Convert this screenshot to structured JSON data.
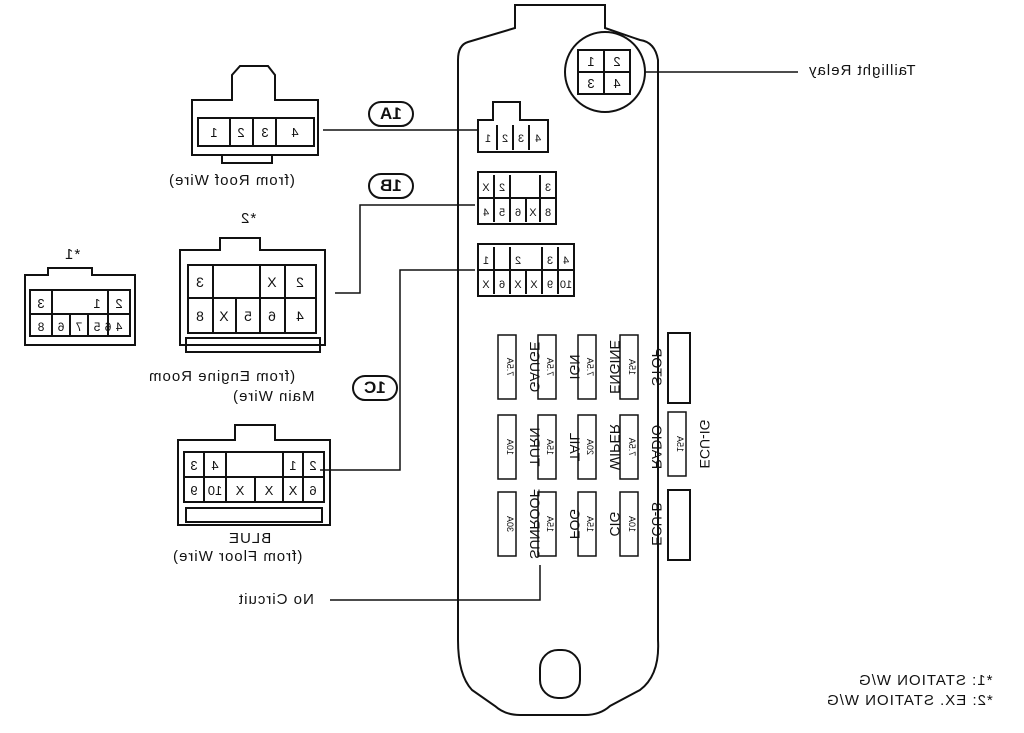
{
  "labels": {
    "taillight_relay": "Taillight Relay",
    "from_roof_wire": "(from Roof Wire)",
    "from_engine_room": "(from Engine Room",
    "main_wire": "Main Wire)",
    "blue": "BLUE",
    "from_floor_wire": "(from Floor Wire)",
    "no_circuit": "No Circuit",
    "note1": "*1: STATION W/G",
    "note2": "*2: EX. STATION W/G",
    "star1": "*1",
    "star2": "*2"
  },
  "connector_ids": {
    "c1a": "1A",
    "c1b": "1B",
    "c1c": "1C"
  },
  "relay_pins": [
    "1",
    "2",
    "3",
    "4"
  ],
  "connectors": {
    "roof": {
      "top": [
        "4",
        "3",
        "2",
        "1"
      ]
    },
    "small_1a": {
      "pins": [
        "4",
        "3",
        "2",
        "1"
      ]
    },
    "small_1b": {
      "top": [
        "3",
        "",
        "2",
        "X"
      ],
      "bottom": [
        "8",
        "X",
        "6",
        "5",
        "4"
      ]
    },
    "small_1c": {
      "top": [
        "4",
        "3",
        "",
        "2",
        "1"
      ],
      "bottom": [
        "10",
        "9",
        "X",
        "X",
        "6",
        "X"
      ]
    },
    "engine": {
      "top": [
        "3",
        "",
        "X",
        "2"
      ],
      "bottom": [
        "8",
        "X",
        "5",
        "6",
        "4"
      ]
    },
    "station": {
      "top": [
        "3",
        "",
        "1",
        "2"
      ],
      "bottom": [
        "8",
        "6",
        "7",
        "5",
        "6",
        "4"
      ]
    },
    "floor": {
      "top": [
        "3",
        "4",
        "",
        "1",
        "2"
      ],
      "bottom": [
        "9",
        "10",
        "X",
        "X",
        "X",
        "6"
      ]
    }
  },
  "fuses": [
    {
      "name": "STOP",
      "amp": "15A"
    },
    {
      "name": "ENGINE",
      "amp": "7.5A"
    },
    {
      "name": "IGN",
      "amp": "7.5A"
    },
    {
      "name": "GAUGE",
      "amp": "7.5A"
    },
    {
      "name": "RADIO",
      "amp": "7.5A"
    },
    {
      "name": "WIPER",
      "amp": "20A"
    },
    {
      "name": "TAIL",
      "amp": "15A"
    },
    {
      "name": "TURN",
      "amp": "10A"
    },
    {
      "name": "ECU-B",
      "amp": "10A"
    },
    {
      "name": "CIG",
      "amp": "15A"
    },
    {
      "name": "FOG",
      "amp": "15A"
    },
    {
      "name": "SUNROOF",
      "amp": "30A"
    },
    {
      "name": "ECU-IG",
      "amp": "15A"
    }
  ]
}
